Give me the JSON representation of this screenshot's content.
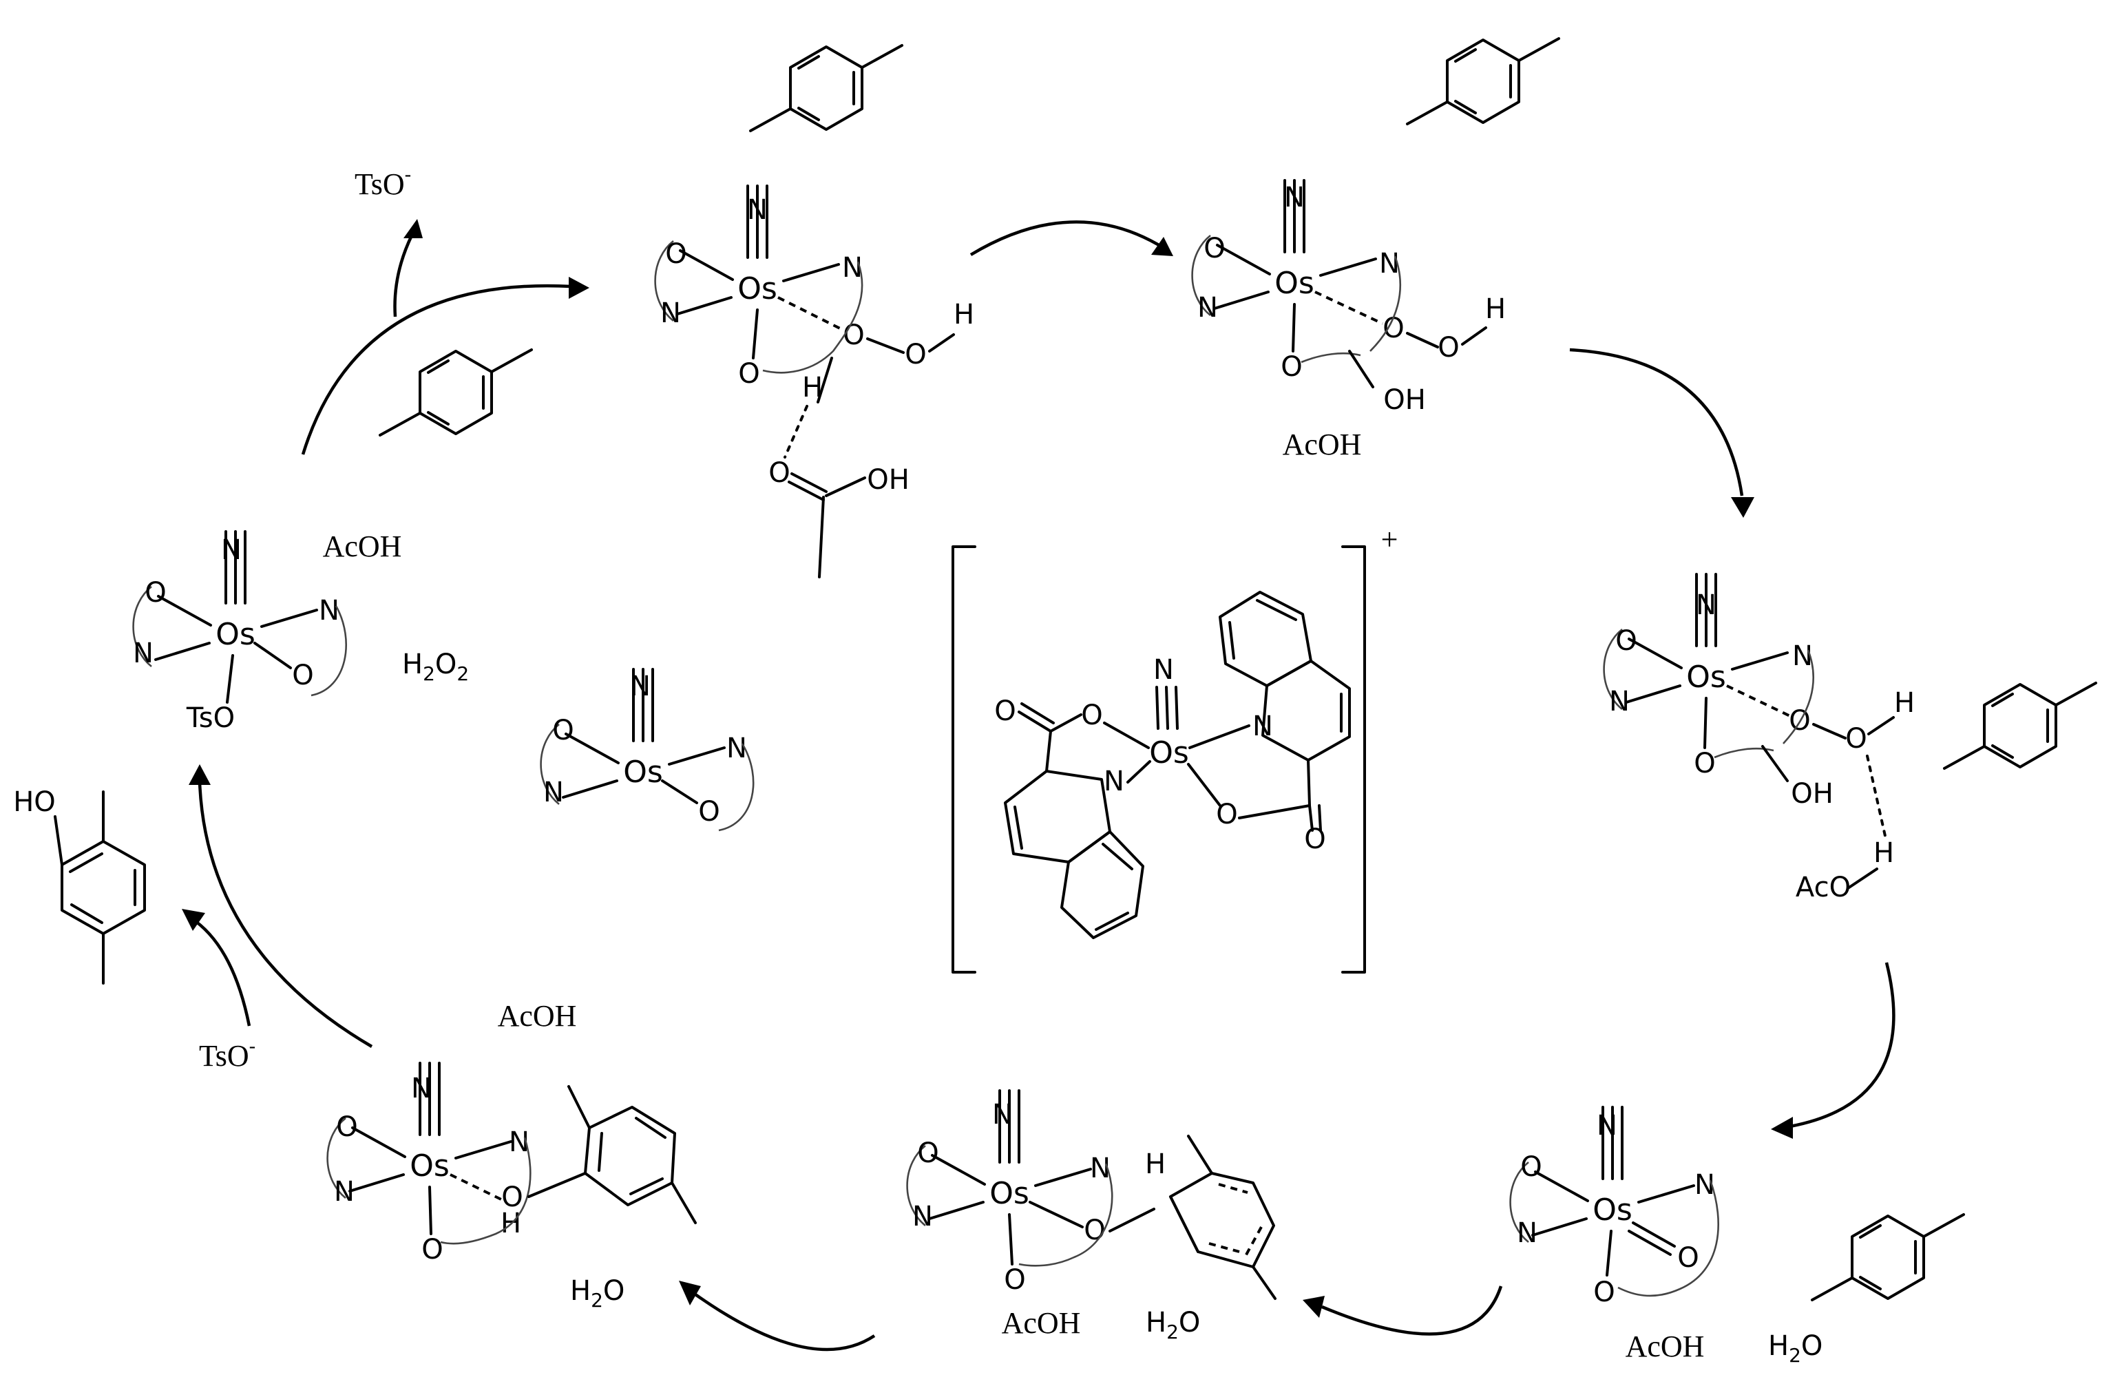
{
  "atoms": {
    "os": "Os",
    "n": "N",
    "o": "O",
    "h": "H",
    "oh": "OH",
    "ho": "HO",
    "tso_o": "TsO",
    "aco": "AcO"
  },
  "reagents": {
    "acoh": "AcOH",
    "tso_anion": "TsO",
    "minus": "-",
    "h2o2_h": "H",
    "h2o2_2": "2",
    "h2o2_o": "O",
    "h2o_h": "H",
    "h2o_o": "O",
    "h2o_2": "2"
  },
  "charge": "+",
  "colors": {
    "ink": "#000000",
    "chelate_arc": "#444444",
    "background": "#ffffff"
  },
  "structures": [
    {
      "name": "os-nitrido-hydroperoxo-acetic-acid"
    },
    {
      "name": "os-nitrido-hydroperoxo-hydroxy"
    },
    {
      "name": "os-hydroperoxo-acetate-hbond"
    },
    {
      "name": "os-nitrido-dioxo"
    },
    {
      "name": "os-arenium-intermediate"
    },
    {
      "name": "os-aryloxy-intermediate"
    },
    {
      "name": "os-tosylate-resting"
    },
    {
      "name": "os-bis-quinaldinate-cation"
    },
    {
      "name": "dimethylphenol-product"
    }
  ]
}
